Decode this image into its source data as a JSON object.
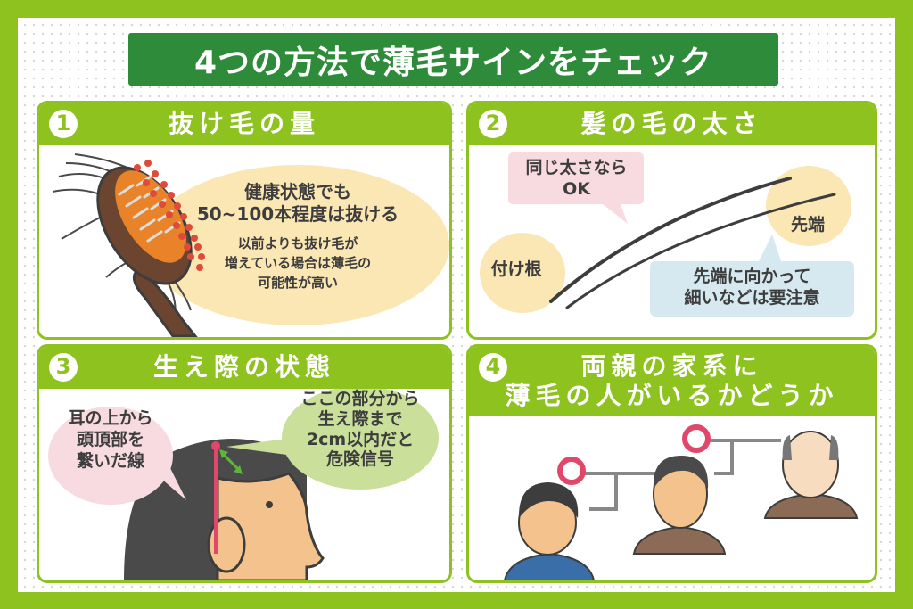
{
  "title": "4つの方法で薄毛サインをチェック",
  "colors": {
    "frame_green": "#8dc21f",
    "title_green": "#2e8b3a",
    "bubble_yellow": "#fbe7b3",
    "bubble_pink": "#f8dbe1",
    "bubble_blue": "#d6e9f0",
    "bubble_green": "#c9df9a",
    "accent_red": "#e0476a"
  },
  "cards": [
    {
      "number": "1",
      "heading": "抜け毛の量",
      "illustration": "hairbrush-with-fallen-hair",
      "bubble": {
        "main_line1": "健康状態でも",
        "main_line2": "50~100本程度は抜ける",
        "sub_line1": "以前よりも抜け毛が",
        "sub_line2": "増えている場合は薄毛の",
        "sub_line3": "可能性が高い"
      }
    },
    {
      "number": "2",
      "heading": "髪の毛の太さ",
      "illustration": "two-hair-strands",
      "labels": {
        "same_line1": "同じ太さなら",
        "same_line2": "OK",
        "root": "付け根",
        "tip": "先端",
        "caution_line1": "先端に向かって",
        "caution_line2": "細いなどは要注意"
      }
    },
    {
      "number": "3",
      "heading": "生え際の状態",
      "illustration": "head-side-view-with-hairline-measure",
      "labels": {
        "line_line1": "耳の上から",
        "line_line2": "頭頂部を",
        "line_line3": "繋いだ線",
        "danger_line1": "ここの部分から",
        "danger_line2": "生え際まで",
        "danger_line3": "2cm以内だと",
        "danger_line4": "危険信号"
      }
    },
    {
      "number": "4",
      "heading_line1": "両親の家系に",
      "heading_line2": "薄毛の人がいるかどうか",
      "illustration": "family-tree-son-father-grandfather"
    }
  ]
}
